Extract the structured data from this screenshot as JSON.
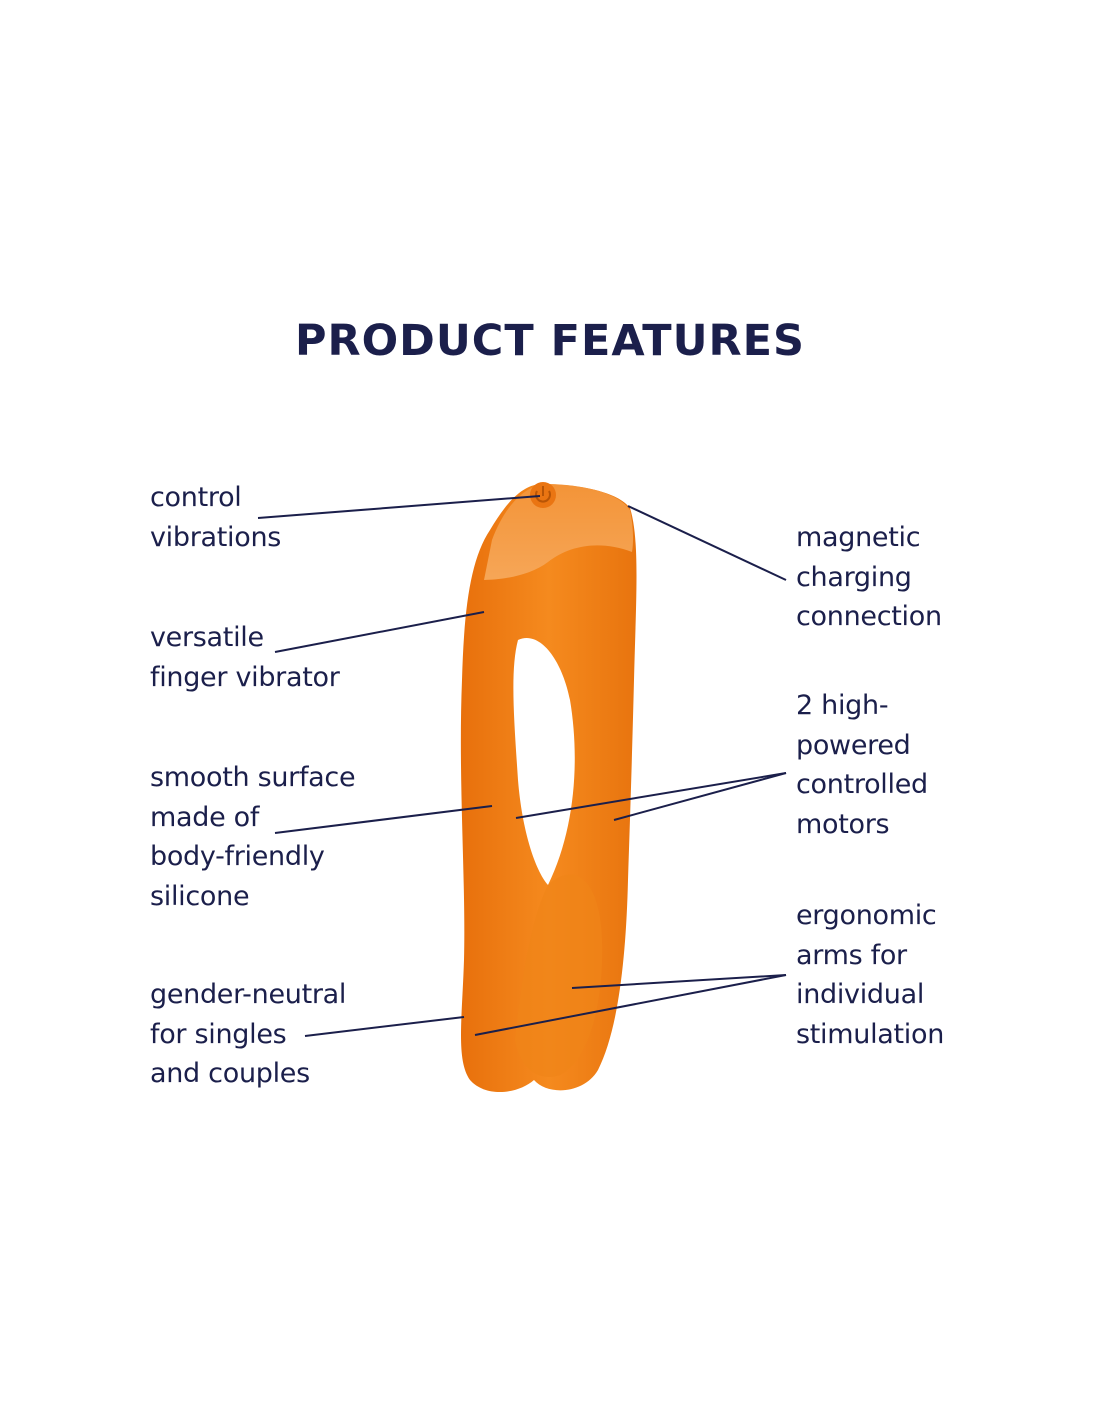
{
  "title": "PRODUCT FEATURES",
  "colors": {
    "text": "#1b1f4b",
    "product": "#f07a10",
    "product_light": "#f59a3c"
  },
  "features_left": [
    {
      "text": "control\nvibrations"
    },
    {
      "text": "versatile\nfinger vibrator"
    },
    {
      "text": "smooth surface\nmade of\nbody-friendly\nsilicone"
    },
    {
      "text": "gender-neutral\nfor singles\nand couples"
    }
  ],
  "features_right": [
    {
      "text": "magnetic\ncharging\nconnection"
    },
    {
      "text": "2 high-\npowered\ncontrolled\nmotors"
    },
    {
      "text": "ergonomic\narms for\nindividual\nstimulation"
    }
  ]
}
